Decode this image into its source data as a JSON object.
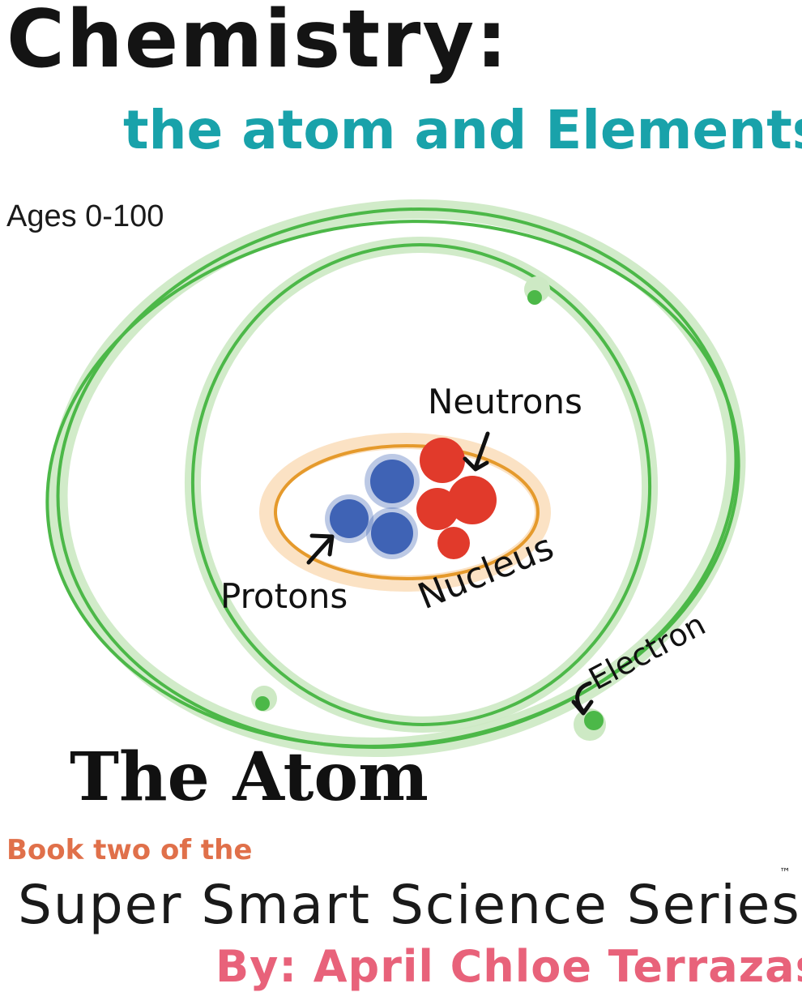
{
  "cover": {
    "title": "Chemistry:",
    "subtitle": "the atom and Elements",
    "ages": "Ages 0-100",
    "heading": "The Atom",
    "book_line": "Book two of the",
    "series": "Super Smart Science Series",
    "trademark": "™",
    "author_line": "By: April Chloe Terrazas"
  },
  "diagram": {
    "labels": {
      "neutrons": "Neutrons",
      "protons": "Protons",
      "nucleus": "Nucleus",
      "electron": "Electron"
    }
  },
  "colors": {
    "title": "#141414",
    "subtitle": "#19a2aa",
    "orbit": "#4cb848",
    "orbit_halo": "#cde9c4",
    "nucleus_ring": "#e59a2c",
    "nucleus_halo": "#fbe2c4",
    "proton": "#3f63b5",
    "neutron": "#e13a2b",
    "book_line": "#e0704a",
    "author": "#e8627a"
  }
}
